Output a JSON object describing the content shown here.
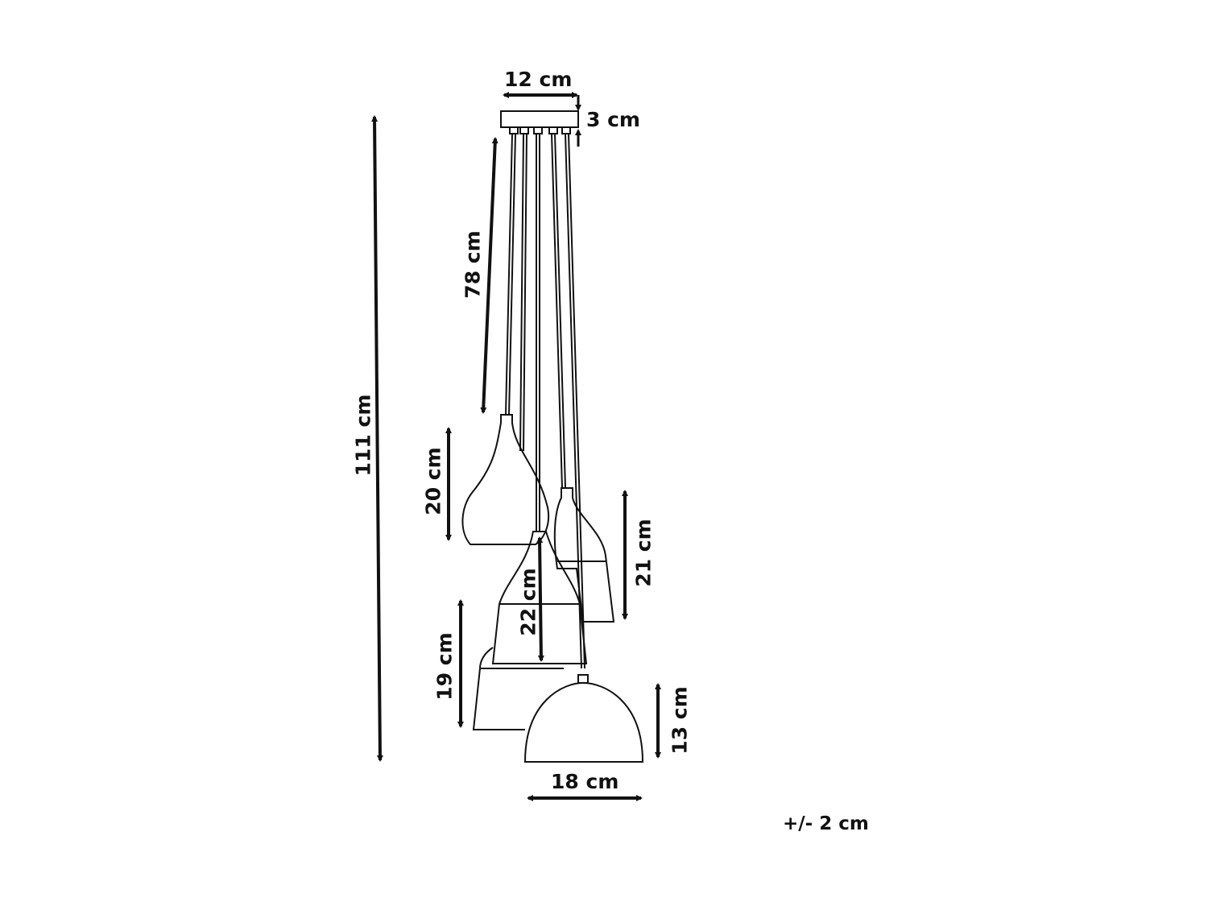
{
  "diagram": {
    "type": "pendant-lamp-dimension-drawing",
    "colors": {
      "line": "#111111",
      "background": "#ffffff"
    },
    "dimensions": {
      "canopy_width": "12 cm",
      "canopy_height": "3 cm",
      "cable_length": "78 cm",
      "total_height": "111 cm",
      "shade1_height": "20 cm",
      "shade2_height": "21 cm",
      "shade3_height": "22 cm",
      "shade4_height": "19 cm",
      "shade5_height": "13 cm",
      "shade5_width": "18 cm"
    },
    "tolerance": "+/- 2 cm"
  }
}
